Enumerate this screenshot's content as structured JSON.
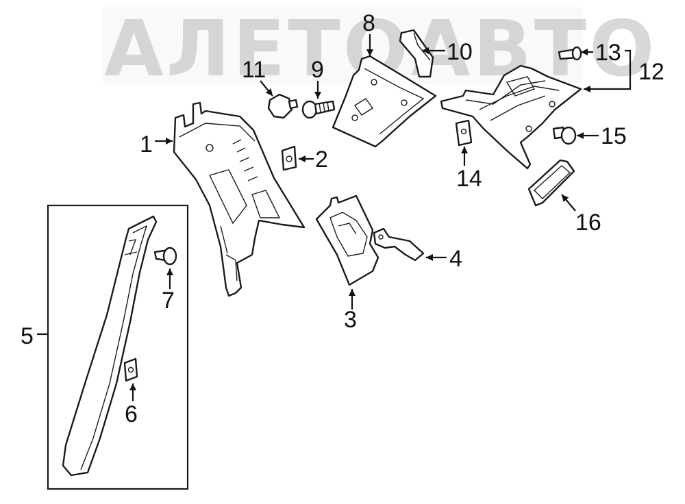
{
  "watermark": {
    "text": "АЛЕТОАВТО"
  },
  "callouts": {
    "c1": "1",
    "c2": "2",
    "c3": "3",
    "c4": "4",
    "c5": "5",
    "c6": "6",
    "c7": "7",
    "c8": "8",
    "c9": "9",
    "c10": "10",
    "c11": "11",
    "c12": "12",
    "c13": "13",
    "c14": "14",
    "c15": "15",
    "c16": "16"
  },
  "colors": {
    "line": "#1a1a1a",
    "watermark": "#b8b8b8",
    "background": "#ffffff"
  }
}
